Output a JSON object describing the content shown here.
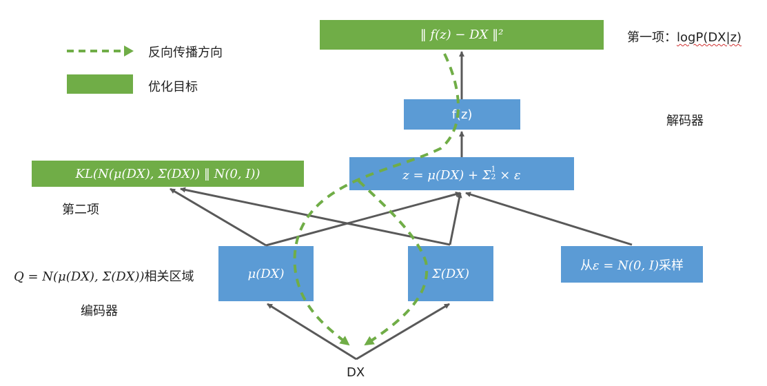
{
  "legend": {
    "backprop_label": "反向传播方向",
    "objective_label": "优化目标"
  },
  "objectives": {
    "reconstruction": "‖ f(z) − DX ‖²",
    "kl": "KL(N(μ(DX), Σ(DX)) ‖ N(0, I))"
  },
  "annotations": {
    "first_term_prefix": "第一项：",
    "first_term_expr": "logP(DX|z)",
    "second_term": "第二项",
    "decoder": "解码器",
    "encoder": "编码器",
    "q_region_expr": "Q = N(μ(DX), Σ(DX))",
    "q_region_suffix": "相关区域",
    "input": "DX"
  },
  "nodes": {
    "fz": "f(z)",
    "z_prefix": "z =  μ(DX) +  Σ",
    "z_exp_num": "1",
    "z_exp_den": "2",
    "z_suffix": " × ε",
    "mu": "μ(DX)",
    "sigma": "Σ(DX)",
    "eps_prefix": "从",
    "eps_expr": "ε = N(0, I)",
    "eps_suffix": "采样"
  },
  "colors": {
    "objective_green": "#70ad47",
    "node_blue": "#5b9bd5",
    "arrow_gray": "#595959",
    "backprop_green": "#70ad47"
  }
}
